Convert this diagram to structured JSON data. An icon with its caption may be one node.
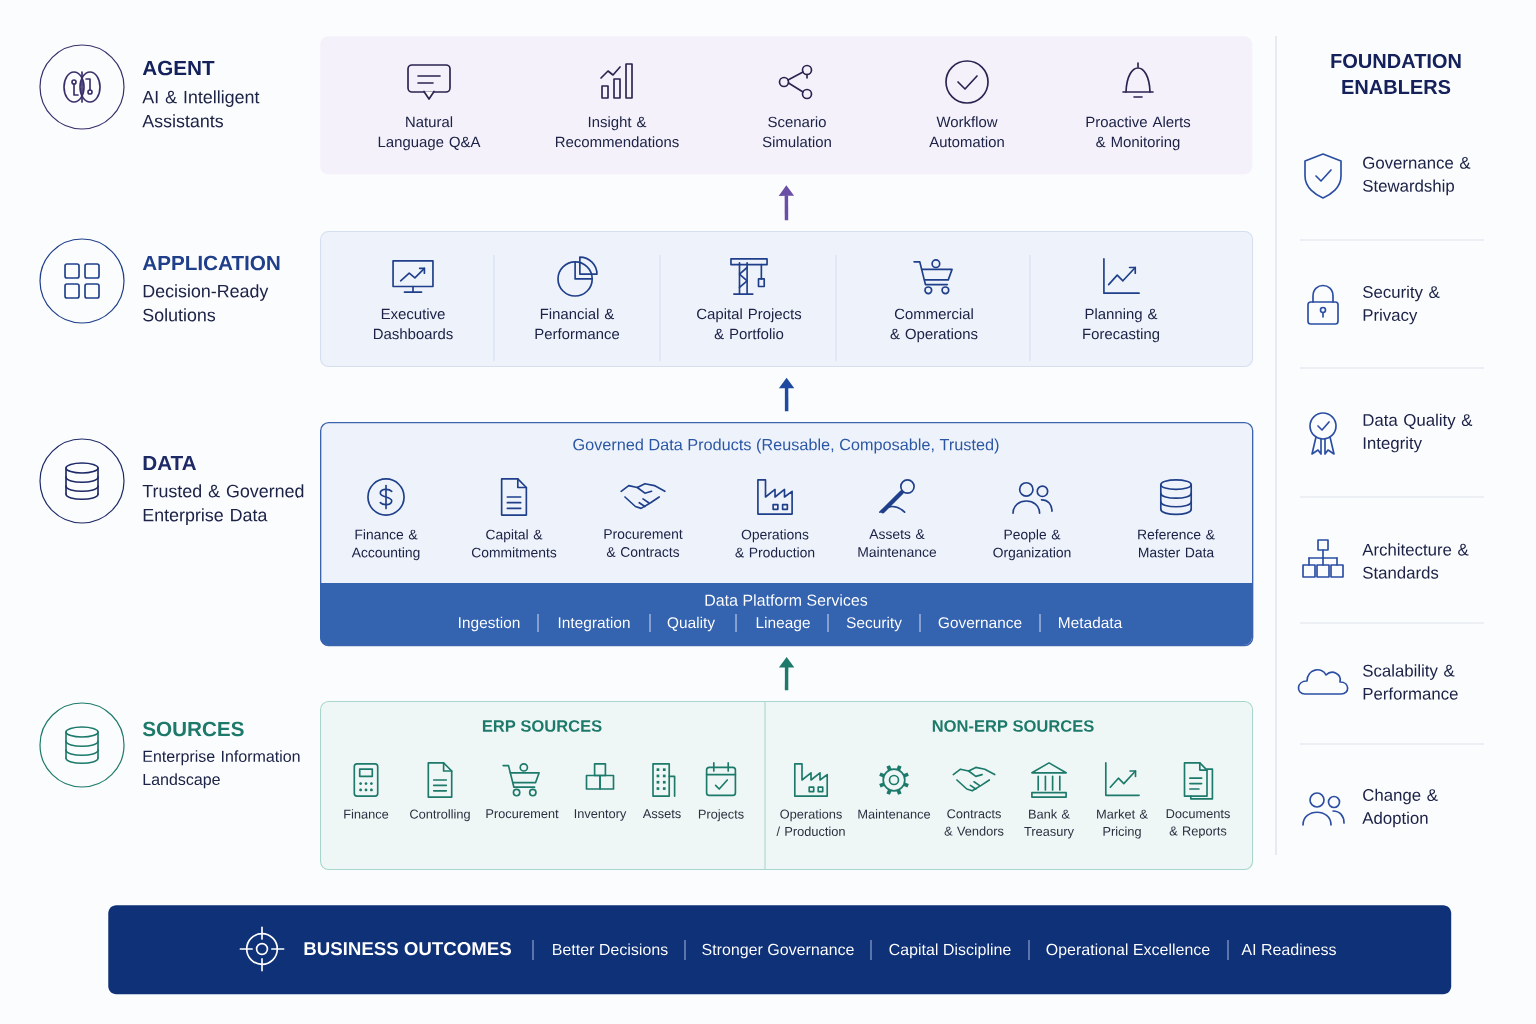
{
  "diagram": {
    "nodes": [
      {
        "text": [
          "Natural Language Q&A",
          "Insight & Recommendations",
          "Scenario Simulation",
          "Workflow Automation",
          "Proactive Alerts & Monitoring"
        ]
      },
      {
        "text": [
          "Executive Dashboards",
          "Financial & Performance",
          "Capital Projects & Portfolio",
          "Commercial & Operations",
          "Planning & Forecasting"
        ]
      },
      {
        "text": [
          "Governed Data Products (Reusable, Composable, Trusted)",
          "Finance & Accounting",
          "Capital & Commitments",
          "Procurement & Contracts",
          "Operations & Production",
          "Assets & Maintenance",
          "People & Organization",
          "Reference & Master Data"
        ]
      },
      {
        "text": [
          "Data Platform Services",
          "Ingestion",
          "Integration",
          "Quality",
          "Lineage",
          "Security",
          "Governance",
          "Metadata"
        ],
        "in": 2
      },
      {
        "text": [],
        "shape": "box"
      },
      {
        "text": [
          "ERP SOURCES",
          "Finance",
          "Controlling",
          "Procurement",
          "Inventory",
          "Assets",
          "Projects"
        ],
        "in": 4
      },
      {
        "text": [
          "NON-ERP SOURCES",
          "Operations / Production",
          "Maintenance",
          "Contracts & Vendors",
          "Bank & Treasury",
          "Market & Pricing",
          "Documents & Reports"
        ],
        "in": 4
      },
      {
        "text": [
          "BUSINESS OUTCOMES",
          "Better Decisions",
          "Stronger Governance",
          "Capital Discipline",
          "Operational Excellence",
          "AI Readiness"
        ]
      }
    ],
    "edges": [
      {
        "from": 4,
        "to": 2,
        "arrow": "to",
        "color": "#1d7a6b"
      },
      {
        "from": 2,
        "to": 1,
        "arrow": "to",
        "color": "#1f4aa0"
      },
      {
        "from": 1,
        "to": 0,
        "arrow": "to",
        "color": "#6b4ea6"
      }
    ],
    "labels": [
      "AGENT",
      "AI & Intelligent Assistants",
      "APPLICATION",
      "Decision-Ready Solutions",
      "DATA",
      "Trusted & Governed Enterprise Data",
      "SOURCES",
      "Enterprise Information Landscape",
      "FOUNDATION ENABLERS",
      "Governance & Stewardship",
      "Security & Privacy",
      "Data Quality & Integrity",
      "Architecture & Standards",
      "Scalability & Performance",
      "Change & Adoption"
    ]
  }
}
